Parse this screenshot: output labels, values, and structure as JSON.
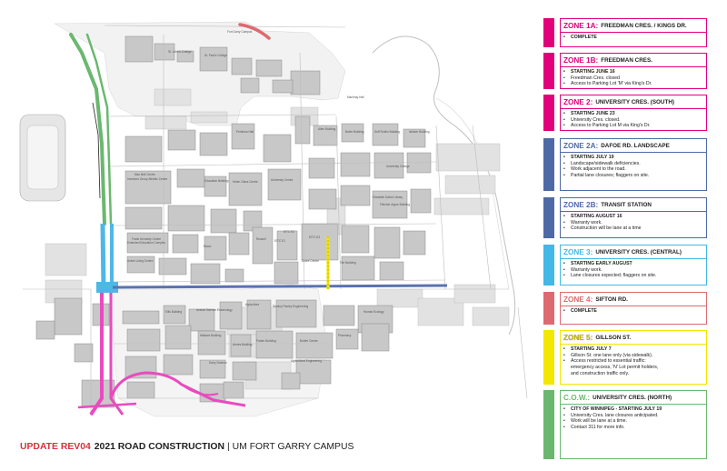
{
  "footer": {
    "update_label": "UPDATE REV04",
    "title": "2021 ROAD CONSTRUCTION",
    "separator": "|",
    "campus": "UM FORT GARRY CAMPUS"
  },
  "colors": {
    "zone_1a": "#e2007a",
    "zone_1b": "#e2007a",
    "zone_2": "#e2007a",
    "zone_2a": "#4e6aa6",
    "zone_2b": "#4e6aa6",
    "zone_3": "#42b8e6",
    "zone_4": "#dd6a70",
    "zone_5": "#f2e700",
    "cow": "#6ab86f",
    "road_pink": "#e84bbf",
    "road_green": "#6ab86f",
    "road_blue": "#4fb7e8",
    "road_navy": "#5a72b0",
    "road_red": "#dd6a70",
    "road_yellow": "#f2e700",
    "building_fill": "#c8c8c8",
    "parking_fill": "#e2e2e2"
  },
  "zones": [
    {
      "id": "ZONE 1A:",
      "name": "FREEDMAN CRES. / KINGS DR.",
      "lines": [
        {
          "text": "COMPLETE",
          "bold": true
        }
      ]
    },
    {
      "id": "ZONE 1B:",
      "name": "FREEDMAN CRES.",
      "lines": [
        {
          "text": "STARTING JUNE 16",
          "bold": true
        },
        {
          "text": "Freedman Cres. closed",
          "bold": false
        },
        {
          "text": "Access to Parking Lot 'M' via King's Dr.",
          "bold": false
        }
      ]
    },
    {
      "id": "ZONE 2:",
      "name": "UNIVERSITY CRES. (SOUTH)",
      "lines": [
        {
          "text": "STARTING JUNE 23",
          "bold": true
        },
        {
          "text": "University Cres. closed.",
          "bold": false
        },
        {
          "text": "Access to Parking Lot M via King's Dr.",
          "bold": false
        }
      ]
    },
    {
      "id": "ZONE 2A:",
      "name": "DAFOE RD. LANDSCAPE",
      "lines": [
        {
          "text": "STARTING JULY 19",
          "bold": true
        },
        {
          "text": "Landscape/sidewalk deficiencies.",
          "bold": false
        },
        {
          "text": "Work adjacent to the road.",
          "bold": false
        },
        {
          "text": "Partial lane closures; flaggers on site.",
          "bold": false
        }
      ]
    },
    {
      "id": "ZONE 2B:",
      "name": "TRANSIT STATION",
      "lines": [
        {
          "text": "STARTING AUGUST 16",
          "bold": true
        },
        {
          "text": "Warranty work.",
          "bold": false
        },
        {
          "text": "Construction will be lane at a time",
          "bold": false
        }
      ]
    },
    {
      "id": "ZONE 3:",
      "name": "UNIVERSITY CRES. (CENTRAL)",
      "lines": [
        {
          "text": "STARTING EARLY AUGUST",
          "bold": true
        },
        {
          "text": "Warranty work.",
          "bold": false
        },
        {
          "text": "Lane closures expected; flaggers on site.",
          "bold": false
        }
      ]
    },
    {
      "id": "ZONE 4:",
      "name": "SIFTON RD.",
      "lines": [
        {
          "text": "COMPLETE",
          "bold": true
        }
      ]
    },
    {
      "id": "ZONE 5:",
      "name": "GILLSON ST.",
      "lines": [
        {
          "text": "STARTING JULY 7",
          "bold": true
        },
        {
          "text": "Gillson St. one lane only (via sidewalk).",
          "bold": false
        },
        {
          "text": "Access restricted to essential traffic:",
          "bold": false
        },
        {
          "text": "emergency access, 'N' Lot permit holders,",
          "bold": false,
          "continued": true
        },
        {
          "text": "and construction traffic only.",
          "bold": false,
          "continued": true
        }
      ]
    },
    {
      "id": "C.O.W.:",
      "name": "UNIVERSITY CRES. (NORTH)",
      "lines": [
        {
          "text": "CITY OF WINNIPEG - STARTING JULY 19",
          "bold": true
        },
        {
          "text": "University Cres. lane closures anticipated.",
          "bold": false
        },
        {
          "text": "Work will be lane at a time.",
          "bold": false
        },
        {
          "text": "Contact 311 for more info.",
          "bold": false
        }
      ]
    }
  ],
  "map_labels": [
    "Fort Garry Campus",
    "Investors Group Athletic Centre",
    "Max Bell Centre",
    "Frank Kennedy Centre",
    "Education Building",
    "Helen Glass Centre",
    "University Centre",
    "Pembina Hall",
    "Elizabeth Dafoe Library",
    "Tier Building",
    "Fletcher Argue Building",
    "Allen Building",
    "Buller Building",
    "Duff Roblin Building",
    "Machray Hall",
    "Isbister Building",
    "St. John's College",
    "St. Paul's College",
    "Music",
    "EITC E1",
    "EITC E2",
    "EITC E3",
    "Russell",
    "Drake Centre",
    "Agriculture",
    "Animal Science Entomology",
    "Ellis Building",
    "Wallace Building",
    "Armes Building",
    "Parker Building",
    "Buhler Centre",
    "Pharmacy",
    "Extended Education Complex",
    "Active Living Centre",
    "University College",
    "Stanley Pauley Engineering",
    "Agricultural Engineering",
    "Dairy Science",
    "Human Ecology"
  ]
}
